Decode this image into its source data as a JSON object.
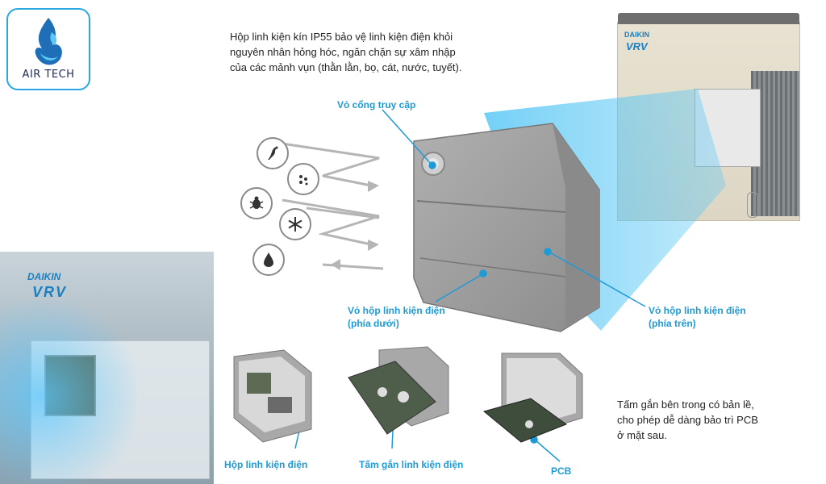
{
  "logo": {
    "text": "AIR TECH"
  },
  "intro": {
    "lines": [
      "Hộp linh kiện kín IP55 bảo vệ linh kiện điện khỏi",
      "nguyên nhân hỏng hóc, ngăn chặn sự xâm nhập",
      "của các mảnh vụn (thằn lằn, bọ, cát, nước, tuyết)."
    ]
  },
  "callouts": {
    "access_cover": "Vỏ cổng truy cập",
    "lower_cover": [
      "Vỏ hộp linh kiện điện",
      "(phía dưới)"
    ],
    "upper_cover": [
      "Vỏ hộp linh kiện điện",
      "(phía trên)"
    ]
  },
  "captions": {
    "box": "Hộp linh kiện điện",
    "plate": "Tấm gắn linh kiện điện",
    "pcb": "PCB"
  },
  "note": {
    "lines": [
      "Tấm gắn bên trong có bản lề,",
      "cho phép dễ dàng bảo trì PCB",
      "ở mặt sau."
    ]
  },
  "brand": {
    "name": "DAIKIN",
    "model": "VRV"
  },
  "icons": [
    "lizard-icon",
    "sand-icon",
    "bug-icon",
    "snow-icon",
    "water-drop-icon"
  ],
  "colors": {
    "accent": "#1e9ad6",
    "beam": "#5cc8f5",
    "box": "#9a9a9a"
  }
}
